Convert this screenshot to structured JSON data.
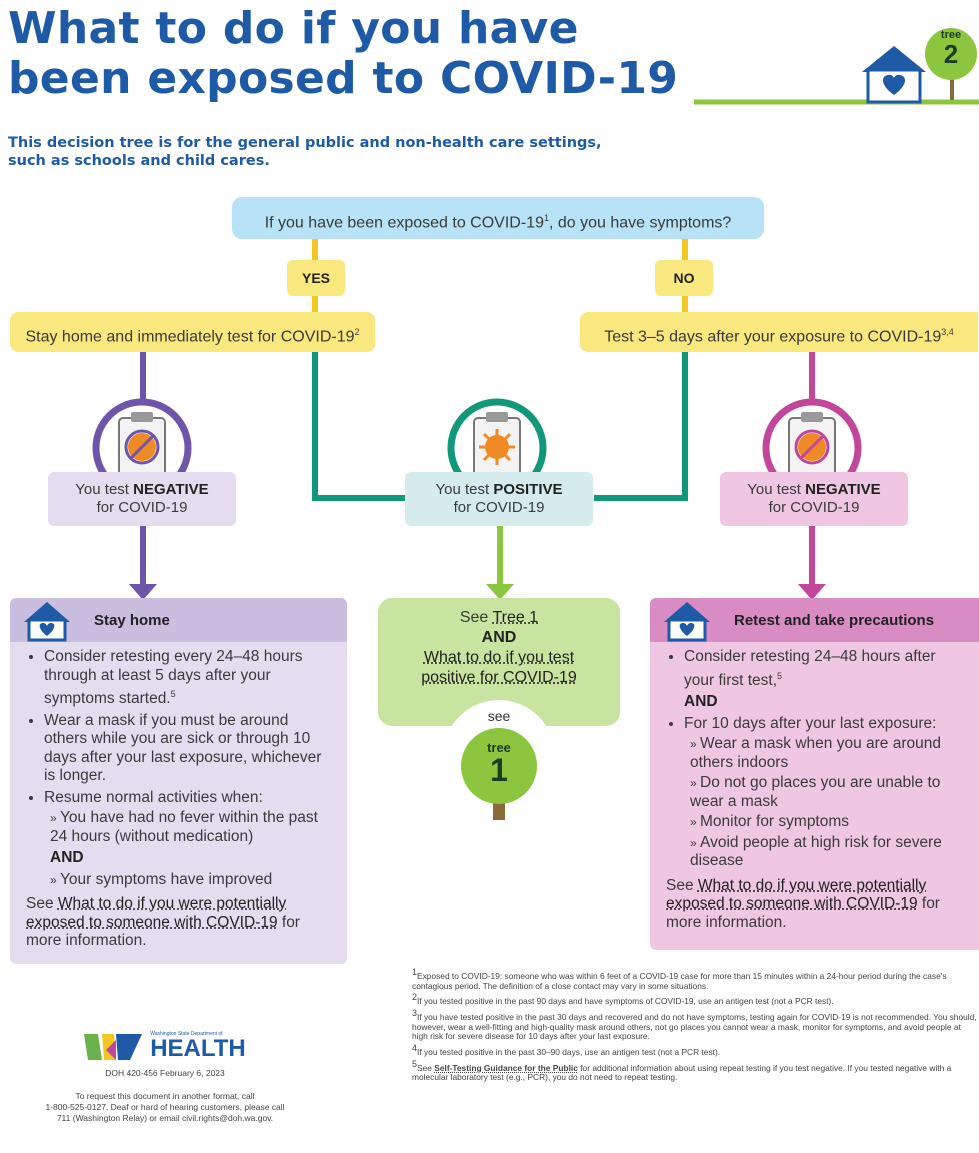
{
  "header": {
    "title_line1": "What to do if you have",
    "title_line2": "been exposed to COVID-19",
    "subtitle_line1": "This decision tree is for the general public and non-health care settings,",
    "subtitle_line2": "such as schools and child cares.",
    "badge_word": "tree",
    "badge_number": "2"
  },
  "question": {
    "text": "If you have been exposed to COVID-19",
    "sup": "1",
    "tail": ", do you have symptoms?"
  },
  "yes_label": "YES",
  "no_label": "NO",
  "yes_action": {
    "text": "Stay home and immediately test for COVID-19",
    "sup": "2"
  },
  "no_action": {
    "text": "Test 3–5 days after your exposure to COVID-19",
    "sup": "3,4"
  },
  "result_left": {
    "pre": "You test ",
    "strong": "NEGATIVE",
    "post": "for COVID-19"
  },
  "result_center": {
    "pre": "You test ",
    "strong": "POSITIVE",
    "post": "for COVID-19"
  },
  "result_right": {
    "pre": "You test ",
    "strong": "NEGATIVE",
    "post": "for COVID-19"
  },
  "panel_left": {
    "heading": "Stay home",
    "b1": "Consider retesting every 24–48 hours through at least 5 days after your symptoms started.",
    "b1_sup": "5",
    "b2": "Wear a mask if you must be around others while you are sick or through 10 days after your last exposure, whichever is longer.",
    "b3": "Resume normal activities when:",
    "s1": "You have had no fever within the past 24 hours (without medication)",
    "and": "AND",
    "s2": "Your symptoms have improved",
    "see": "See ",
    "link": "What to do if you were potentially exposed to someone with COVID-19",
    "more": " for more information."
  },
  "panel_center": {
    "see": "See ",
    "link1": "Tree 1",
    "and": "AND",
    "link2": "What to do if you test positive for COVID-19",
    "tree_see": "see",
    "tree_word": "tree",
    "tree_number": "1"
  },
  "panel_right": {
    "heading": "Retest and take precautions",
    "b1": "Consider retesting 24–48 hours after your first test,",
    "b1_sup": "5",
    "and": "AND",
    "b2": "For 10 days after your last exposure:",
    "s1": "Wear a mask when you are around others indoors",
    "s2": "Do not go places you are unable to wear a mask",
    "s3": "Monitor for symptoms",
    "s4": "Avoid people at high risk for severe disease",
    "see": "See ",
    "link": "What to do if you were potentially exposed to someone with COVID-19",
    "more": " for more information."
  },
  "footnotes": {
    "f1": "Exposed to COVID-19: someone who was within 6 feet of a COVID-19 case for more than 15 minutes within a 24-hour period during the case's contagious period. The definition of a close contact may vary in some situations.",
    "f2": "If you tested positive in the past 90 days and have symptoms of COVID-19, use an antigen test (not a PCR test).",
    "f3": "If you have tested positive in the past 30 days and recovered and do not have symptoms, testing again for COVID-19 is not recommended. You should, however, wear a well-fitting and high-quality mask around others, not go places you cannot wear a mask, monitor for symptoms, and avoid people at high risk for severe disease for 10 days after your last exposure.",
    "f4": "If you tested positive in the past 30–90 days, use an antigen test (not a PCR test).",
    "f5_pre": "See ",
    "f5_link": "Self-Testing Guidance for the Public",
    "f5_post": " for additional information about using repeat testing if you test negative. If you tested negative with a molecular laboratory test (e.g., PCR), you do not need to repeat testing."
  },
  "footer": {
    "logo_small": "Washington State Department of",
    "logo_big": "HEALTH",
    "doc": "DOH 420-456  February 6, 2023",
    "l1": "To request this document in another format, call",
    "l2": "1-800-525-0127. Deaf or hard of hearing customers, please call",
    "l3": "711 (Washington Relay) or email civil.rights@doh.wa.gov."
  },
  "colors": {
    "title_blue": "#1f5aa6",
    "yellow": "#f8e87e",
    "yellow_connector": "#f3c623",
    "sky": "#b8e2f6",
    "purple": "#6f55a9",
    "purple_light": "#e4ddf0",
    "teal": "#11977a",
    "teal_light": "#d6ecec",
    "green": "#8cc63f",
    "green_light": "#c9e3a0",
    "magenta": "#c2479b",
    "pink_light": "#efc7e2"
  },
  "icons": [
    "house-heart-icon",
    "tree-badge-icon",
    "clipboard-virus-crossed-icon",
    "clipboard-virus-icon",
    "tree-icon",
    "health-logo-icon"
  ]
}
